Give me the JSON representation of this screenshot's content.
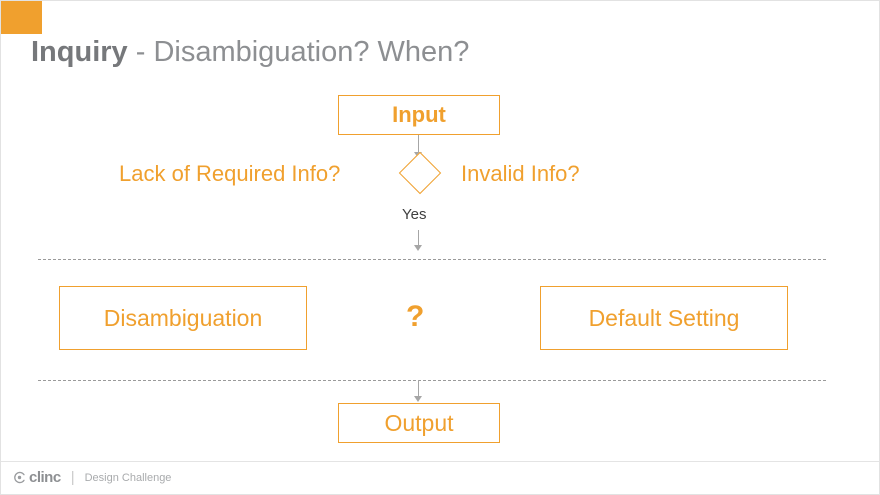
{
  "slide": {
    "title_strong": "Inquiry",
    "title_rest": " - Disambiguation? When?"
  },
  "diagram": {
    "type": "flowchart",
    "nodes": {
      "input": "Input",
      "output": "Output",
      "disambiguation": "Disambiguation",
      "default_setting": "Default Setting",
      "question_mark": "?"
    },
    "labels": {
      "lack_of_required_info": "Lack of Required Info?",
      "invalid_info": "Invalid Info?",
      "yes": "Yes"
    },
    "colors": {
      "accent": "#f0a02e",
      "connector": "#a6a6a6",
      "dashed": "#9a9a9a",
      "title": "#8d8f92"
    }
  },
  "footer": {
    "logo_mark": "clinc-logo-icon",
    "brand": "clinc",
    "separator": "|",
    "text": "Design Challenge"
  }
}
